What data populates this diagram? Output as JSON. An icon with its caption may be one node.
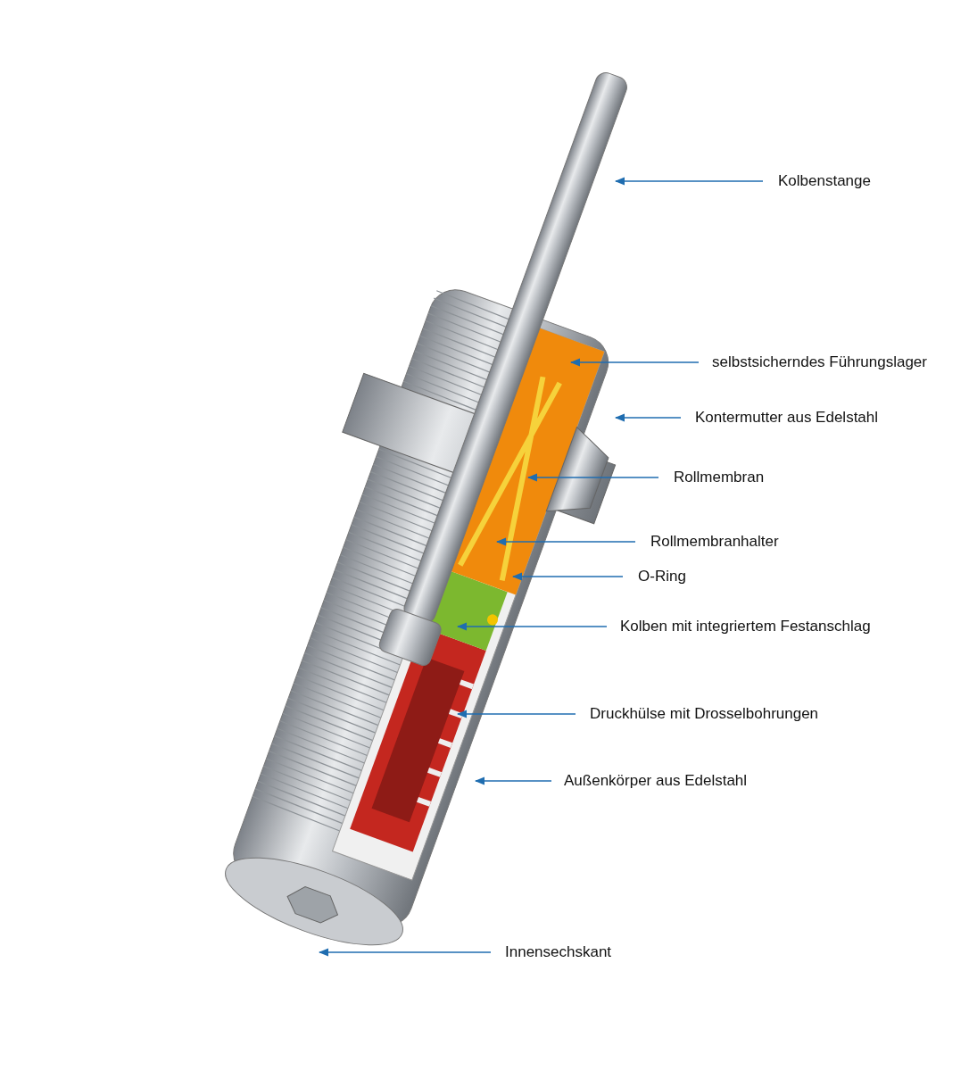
{
  "diagram": {
    "nodes": [
      {
        "text": [
          "Kolbenstange"
        ]
      },
      {
        "text": [
          "selbstsicherndes Führungslager"
        ]
      },
      {
        "text": [
          "Kontermutter aus Edelstahl"
        ]
      },
      {
        "text": [
          "Rollmembran"
        ]
      },
      {
        "text": [
          "Rollmembranhalter"
        ]
      },
      {
        "text": [
          "O-Ring"
        ]
      },
      {
        "text": [
          "Kolben mit integriertem Festanschlag"
        ]
      },
      {
        "text": [
          "Druckhülse mit Drosselbohrungen"
        ]
      },
      {
        "text": [
          "Außenkörper aus Edelstahl"
        ]
      },
      {
        "text": [
          "Innensechskant"
        ]
      }
    ],
    "edges": [
      {
        "from": 0,
        "to": null,
        "arrow": "to"
      },
      {
        "from": 1,
        "to": null,
        "arrow": "to"
      },
      {
        "from": 2,
        "to": null,
        "arrow": "to"
      },
      {
        "from": 3,
        "to": null,
        "arrow": "to"
      },
      {
        "from": 4,
        "to": null,
        "arrow": "to"
      },
      {
        "from": 5,
        "to": null,
        "arrow": "to"
      },
      {
        "from": 6,
        "to": null,
        "arrow": "to"
      },
      {
        "from": 7,
        "to": null,
        "arrow": "to"
      },
      {
        "from": 8,
        "to": null,
        "arrow": "to"
      },
      {
        "from": 9,
        "to": null,
        "arrow": "to"
      }
    ]
  }
}
